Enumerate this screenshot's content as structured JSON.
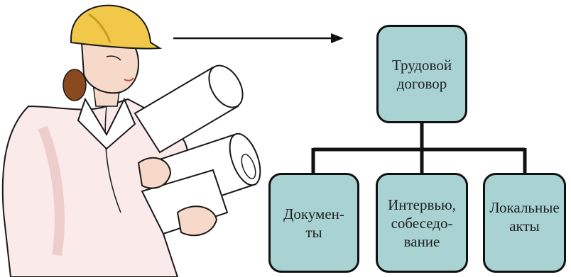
{
  "diagram": {
    "root": {
      "label": "Трудовой\nдоговор"
    },
    "children": [
      {
        "id": "docs",
        "label": "Докумен-\nты"
      },
      {
        "id": "interview",
        "label": "Интервью,\nсобеседо-\nвание"
      },
      {
        "id": "acts",
        "label": "Локальные\nакты"
      }
    ]
  },
  "illustration": {
    "subject": "worker-with-blueprints",
    "colors": {
      "helmet": "#f2c84b",
      "skin": "#f7d9c9",
      "hair": "#8a4a1f",
      "shirt": "#fbeaea",
      "outline": "#1a1a1a"
    }
  },
  "colors": {
    "node_fill": "#a9d3d3",
    "node_border": "#111111",
    "line": "#111111"
  }
}
